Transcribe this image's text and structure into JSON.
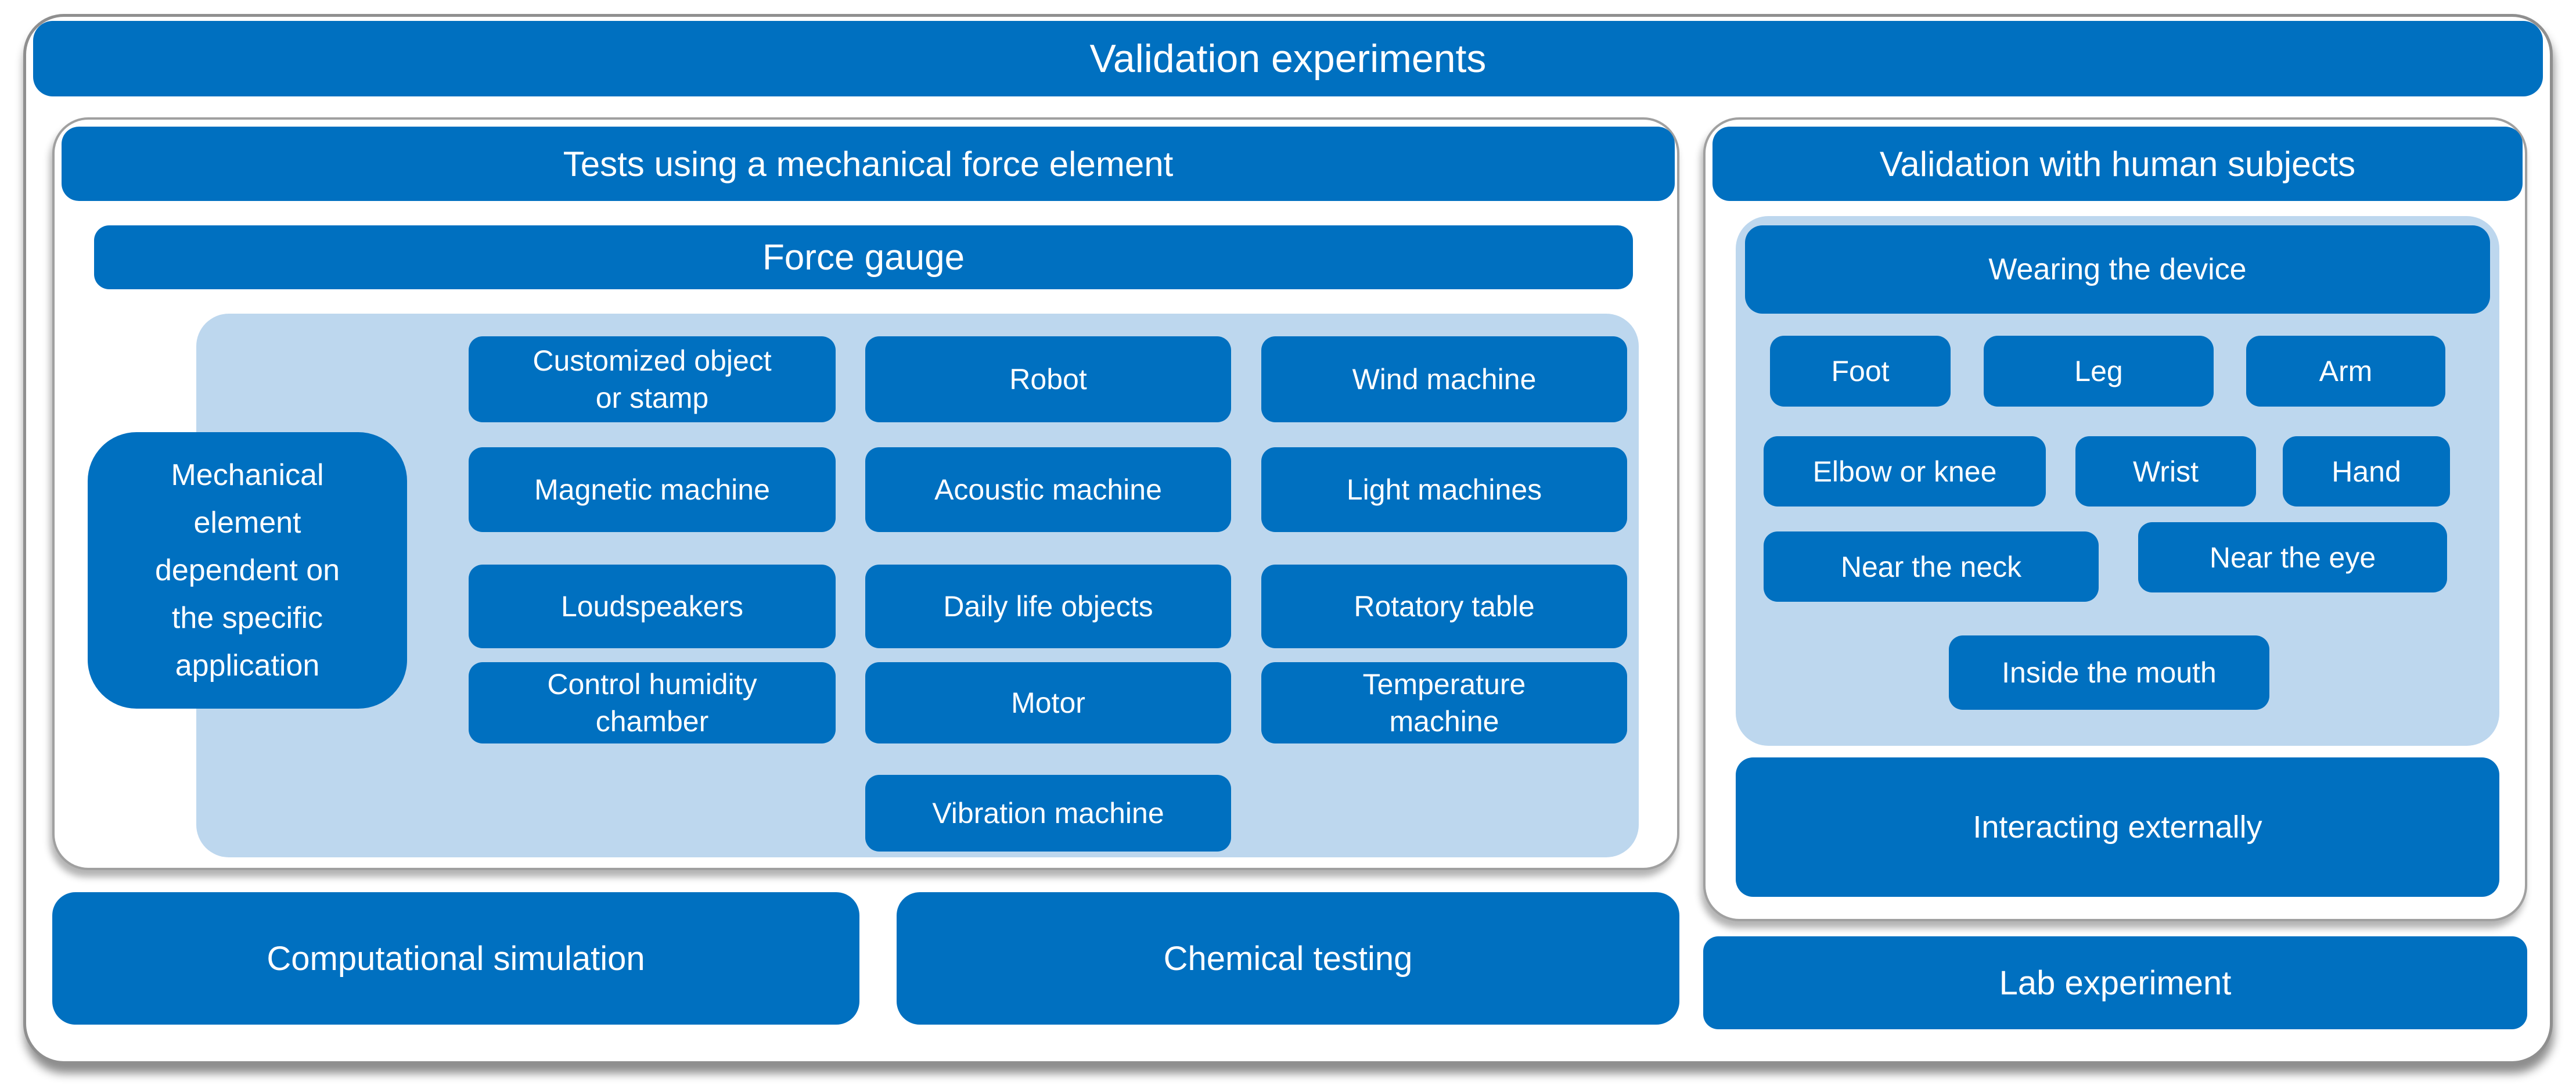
{
  "diagram": {
    "title": "Validation experiments",
    "mechanical": {
      "header": "Tests using a mechanical force element",
      "subheader": "Force gauge",
      "note": "Mechanical\nelement\ndependent on\nthe specific\napplication",
      "col1": [
        "Customized object\nor stamp",
        "Magnetic machine",
        "Loudspeakers",
        "Control humidity\nchamber"
      ],
      "col2": [
        "Robot",
        "Acoustic machine",
        "Daily life objects",
        "Motor",
        "Vibration machine"
      ],
      "col3": [
        "Wind machine",
        "Light machines",
        "Rotatory table",
        "Temperature\nmachine"
      ]
    },
    "human": {
      "header": "Validation with human subjects",
      "subheader": "Wearing the device",
      "locations": [
        "Foot",
        "Leg",
        "Arm",
        "Elbow or knee",
        "Wrist",
        "Hand",
        "Near the neck",
        "Near the eye",
        "Inside the mouth"
      ],
      "interacting": "Interacting externally"
    },
    "bottom": {
      "computational": "Computational simulation",
      "chemical": "Chemical testing",
      "lab": "Lab experiment"
    },
    "colors": {
      "primary_blue": "#0070C0",
      "light_blue": "#BDD7EE",
      "panel_border_gray": "#A0A0A0",
      "text_white": "#FFFFFF"
    }
  }
}
